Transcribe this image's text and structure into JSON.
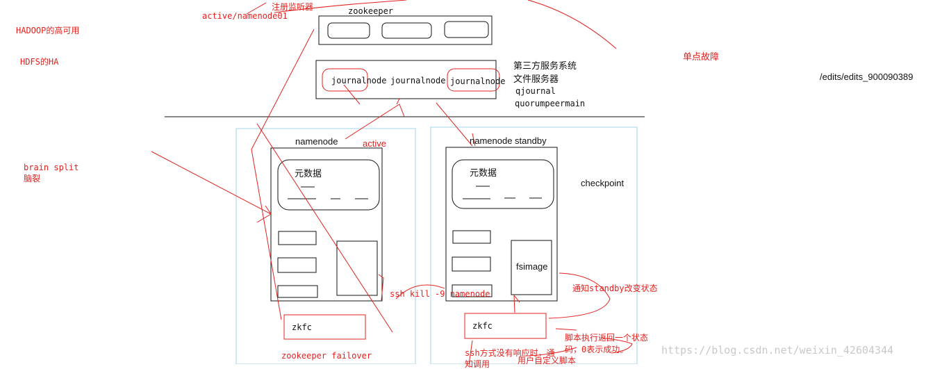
{
  "colors": {
    "ink": "#111111",
    "annotation": "#e0221f",
    "frame": "#9fd6e6",
    "watermark": "#c8c8c8"
  },
  "labels": {
    "register_listener": "注册监听器",
    "active_namenode01": "active/namenode01",
    "zookeeper": "zookeeper",
    "hadoop_ha": "HADOOP的高可用",
    "hdfs_ha": "HDFS的HA",
    "journalnode": "journalnode",
    "third_party_1": "第三方服务系统",
    "third_party_2": "文件服务器",
    "qjournal": "qjournal",
    "quorumpeermain": "quorumpeermain",
    "single_point_failure": "单点故障",
    "edits_path": "/edits/edits_900090389",
    "namenode": "namenode",
    "active": "active",
    "namenode_standby": "namenode   standby",
    "brain_split": "brain split",
    "brain_split_cn": "脑裂",
    "metadata": "元数据",
    "checkpoint": "checkpoint",
    "fsimage": "fsimage",
    "notify_standby": "通知standby改变状态",
    "ssh_kill": "ssh kill -9 namenode",
    "zkfc": "zkfc",
    "script_return_1": "脚本执行返回一个状态",
    "script_return_2": "码，0表示成功。",
    "zookeeper_failover": "zookeeper failover",
    "ssh_no_response_1": "ssh方式没有响应时，通",
    "ssh_no_response_2": "知调用",
    "user_script": "用户自定义脚本",
    "watermark": "https://blog.csdn.net/weixin_42604344"
  }
}
